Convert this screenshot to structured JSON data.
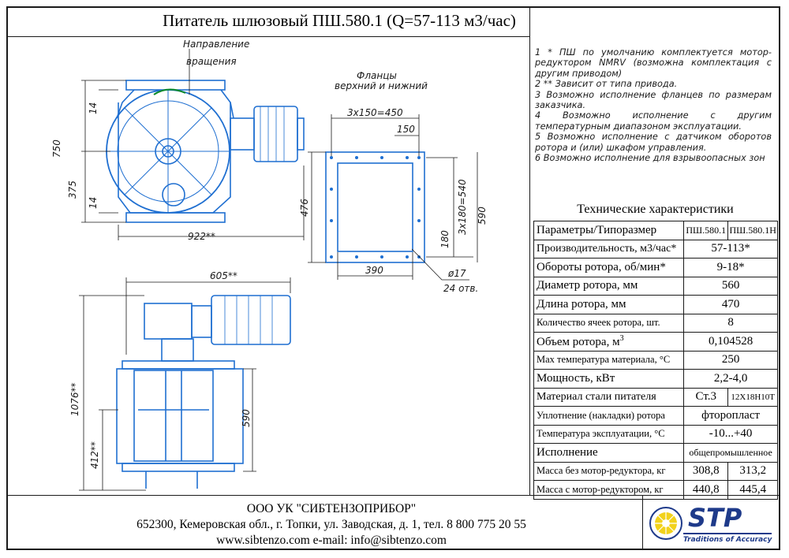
{
  "title": "Питатель шлюзовый ПШ.580.1 (Q=57-113 м3/час)",
  "colors": {
    "drawing_blue": "#1f6fd1",
    "line": "#1a1a1a",
    "brand": "#1e3a8a",
    "logo_yellow": "#f2d21b"
  },
  "drawing": {
    "rotation_label": [
      "Направление",
      "вращения"
    ],
    "flanges_label": [
      "Фланцы",
      "верхний и нижний"
    ],
    "dims": {
      "d750": "750",
      "d375": "375",
      "d14a": "14",
      "d14b": "14",
      "d922": "922**",
      "d3x150": "3x150=450",
      "d150": "150",
      "d476": "476",
      "d3x180": "3x180=540",
      "d590a": "590",
      "d180": "180",
      "d390": "390",
      "phi17": "ø17",
      "holes": "24 отв.",
      "d605": "605**",
      "d1076": "1076**",
      "d412": "412**",
      "d590b": "590"
    }
  },
  "notes": [
    "1 * ПШ по умолчанию комплектуется мотор-редуктором NMRV (возможна комплектация с другим приводом)",
    "2 ** Зависит от типа привода.",
    "3 Возможно исполнение фланцев по размерам заказчика.",
    "4 Возможно исполнение с другим температурным диапазоном эксплуатации.",
    "5 Возможно исполнение с датчиком оборотов ротора и (или) шкафом управления.",
    "6 Возможно исполнение для взрывоопасных зон"
  ],
  "tech_title": "Технические характеристики",
  "table": {
    "header": {
      "param": "Параметры/Типоразмер",
      "c1": "ПШ.580.1",
      "c2": "ПШ.580.1Н"
    },
    "rows": {
      "productivity": {
        "label": "Производительность, м3/час*",
        "value": "57-113*"
      },
      "rpm": {
        "label": "Обороты ротора, об/мин*",
        "value": "9-18*"
      },
      "diameter": {
        "label": "Диаметр ротора, мм",
        "value": "560"
      },
      "length": {
        "label": "Длина ротора, мм",
        "value": "470"
      },
      "cells": {
        "label": "Количество ячеек ротора, шт.",
        "value": "8"
      },
      "volume": {
        "label": "Объем ротора, м",
        "sup": "3",
        "value": "0,104528"
      },
      "maxtemp": {
        "label": "Max температура материала, °С",
        "value": "250"
      },
      "power": {
        "label": "Мощность, кВт",
        "value": "2,2-4,0"
      },
      "steel": {
        "label": "Материал стали питателя",
        "v1": "Ст.3",
        "v2": "12X18H10T"
      },
      "seal": {
        "label": "Уплотнение (накладки) ротора",
        "value": "фторопласт"
      },
      "optemp": {
        "label": "Температура эксплуатации, °С",
        "value": "-10...+40"
      },
      "execution": {
        "label": "Исполнение",
        "value": "общепромышленное"
      },
      "mass1": {
        "label": "Масса без мотор-редуктора, кг",
        "v1": "308,8",
        "v2": "313,2"
      },
      "mass2": {
        "label": "Масса с мотор-редуктором, кг",
        "v1": "440,8",
        "v2": "445,4"
      }
    }
  },
  "company": {
    "name": "ООО УК \"СИБТЕНЗОПРИБОР\"",
    "address": "652300, Кемеровская обл., г. Топки, ул. Заводская, д. 1, тел. 8 800 775 20 55",
    "web": "www.sibtenzo.com e-mail: info@sibtenzo.com"
  },
  "logo": {
    "name": "STP",
    "tagline": "Traditions of Accuracy"
  }
}
